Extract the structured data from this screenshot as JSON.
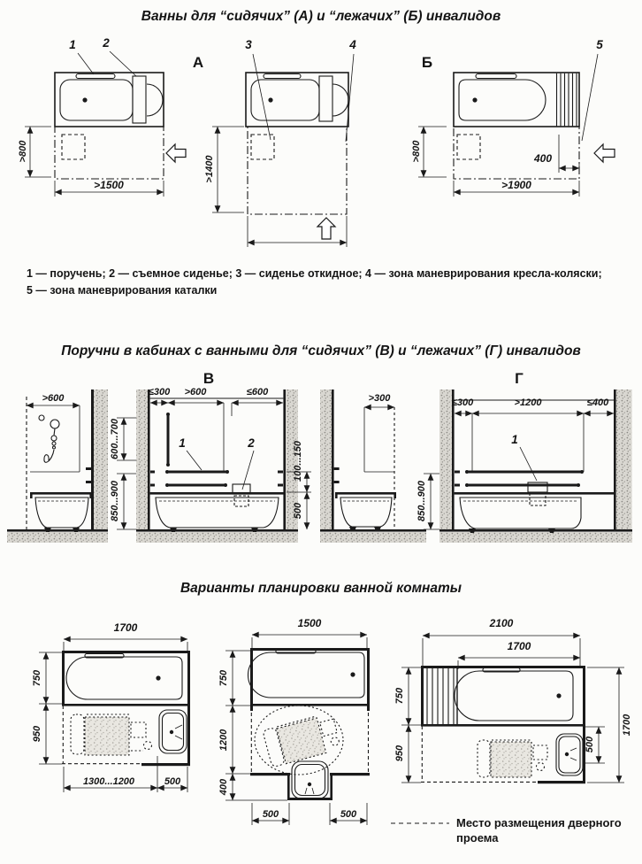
{
  "titles": {
    "section1": "Ванны для “сидячих” (А) и “лежачих” (Б) инвалидов",
    "section2": "Поручни в кабинах с ванными для “сидячих” (В) и “лежачих” (Г) инвалидов",
    "section3": "Варианты планировки ванной комнаты"
  },
  "legend1": {
    "line1": "1 — поручень;  2 — съемное сиденье; 3 — сиденье откидное; 4 — зона маневрирования кресла-коляски;",
    "line2": "5 — зона маневрирования каталки"
  },
  "door_legend": {
    "line1": "Место размещения дверного",
    "line2": "проема"
  },
  "plan_a1": {
    "callout1": "1",
    "callout2": "2",
    "dim_depth": ">800",
    "dim_width": ">1500"
  },
  "plan_a2": {
    "label": "А",
    "callout3": "3",
    "callout4": "4",
    "dim_depth": ">1400"
  },
  "plan_a3": {
    "label": "Б",
    "callout5": "5",
    "dim_depth": ">800",
    "dim_shelf": "400",
    "dim_width": ">1900"
  },
  "elev1": {
    "dim_top": ">600",
    "dim_h1": "600...700",
    "dim_h2": "850...900"
  },
  "elev_v": {
    "label": "В",
    "dim1": "≤300",
    "dim2": ">600",
    "dim3": "≤600",
    "callout1": "1",
    "callout2": "2",
    "dim_right1": "100...150",
    "dim_right2": "500"
  },
  "elev3": {
    "dim_top": ">300",
    "dim_h": "850...900"
  },
  "elev_g": {
    "label": "Г",
    "dim1": "≤300",
    "dim2": ">1200",
    "dim3": "≤400",
    "callout1": "1"
  },
  "plan1": {
    "dim_top": "1700",
    "dim_left1": "750",
    "dim_left2": "950",
    "dim_bottom1": "1300...1200",
    "dim_bottom2": "500"
  },
  "plan2": {
    "dim_top": "1500",
    "dim_left1": "750",
    "dim_left2": "1200",
    "dim_left3": "400",
    "dim_bottom1": "500",
    "dim_bottom2": "500"
  },
  "plan3": {
    "dim_top1": "2100",
    "dim_top2": "1700",
    "dim_left1": "750",
    "dim_left2": "950",
    "dim_right": "1700",
    "dim_sink": "500"
  }
}
